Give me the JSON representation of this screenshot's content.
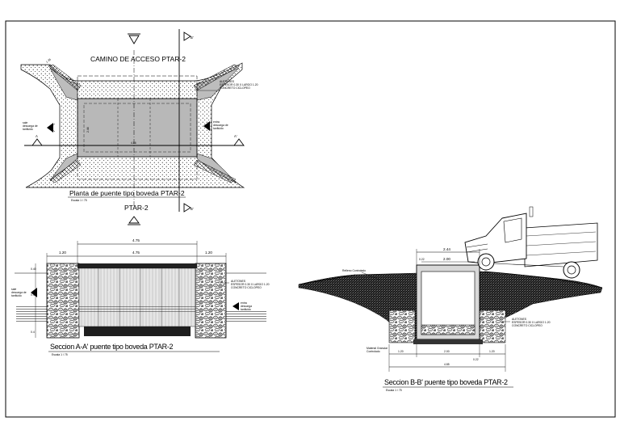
{
  "plan": {
    "road_label": "CAMINO DE ACCESO  PTAR-2",
    "bridge_label": "PTAR-2",
    "caption": "Planta de puente tipo boveda PTAR-2",
    "scale": "Escala  1 / 75",
    "section_a": "A",
    "section_a2": "A'",
    "section_b": "B'",
    "section_b2": "B'",
    "abutment_note": [
      "ALETONES",
      "ESPESOR 0.30 X LARGO 1.20",
      "CONCRETO CICLOPEO"
    ],
    "flow_in": [
      "sale",
      "descarga de",
      "tanfluido"
    ],
    "flow_out": [
      "entra",
      "descarga de",
      "tanfluido"
    ],
    "dim_width": "2.44",
    "dim_length": "4.86",
    "dim_slope": "1.35"
  },
  "section_aa": {
    "caption": "Seccion A-A'  puente tipo boveda PTAR-2",
    "scale": "Escala  1 / 75",
    "dims_top": [
      "1.20",
      "4.75",
      "1.20"
    ],
    "dim_overall": "4.75",
    "dims_left": [
      "0.40",
      "0.40",
      "0.4"
    ],
    "abutment_note": [
      "ALETONES",
      "ESPESOR 0.30 X LARGO 1.20",
      "CONCRETO CICLOPEO"
    ],
    "flow_in": [
      "sale",
      "descarga de",
      "tanfluido"
    ],
    "flow_out": [
      "entra",
      "descarga",
      "tanfluido"
    ]
  },
  "section_bb": {
    "caption": "Seccion B-B'  puente tipo boveda PTAR-2",
    "scale": "Escala  1 / 75",
    "fill_label": "Relleno Controlado",
    "compacted_label": [
      "Material Granular",
      "Controlado"
    ],
    "abutment_note": [
      "ALETONES",
      "ESPESOR 0.30 X LARGO 1.20",
      "CONCRETO CICLOPEO"
    ],
    "dim_top": "2.44",
    "dim_inner": "2.00",
    "dim_wall": "0.22",
    "dims_bottom": [
      "1.20",
      "2.00",
      "1.20"
    ],
    "dim_bottom_wall": "0.22",
    "dim_total": "4.85"
  }
}
